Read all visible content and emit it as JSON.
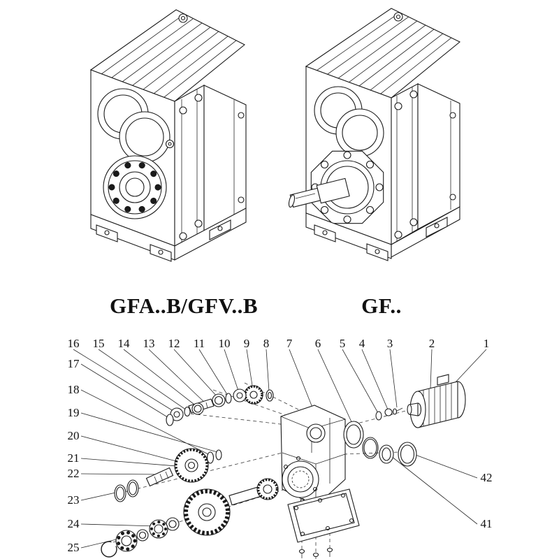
{
  "colors": {
    "line": "#1a1a1a",
    "background": "#ffffff"
  },
  "drawings": {
    "left_label": "GFA..B/GFV..B",
    "right_label": "GF.."
  },
  "exploded": {
    "top_callouts": [
      "16",
      "15",
      "14",
      "13",
      "12",
      "11",
      "10",
      "9",
      "8",
      "7",
      "6",
      "5",
      "4",
      "3",
      "2",
      "1"
    ],
    "left_callouts": [
      "17",
      "18",
      "19",
      "20",
      "21",
      "22",
      "23",
      "24",
      "25"
    ],
    "right_callouts": [
      "42",
      "41"
    ]
  }
}
